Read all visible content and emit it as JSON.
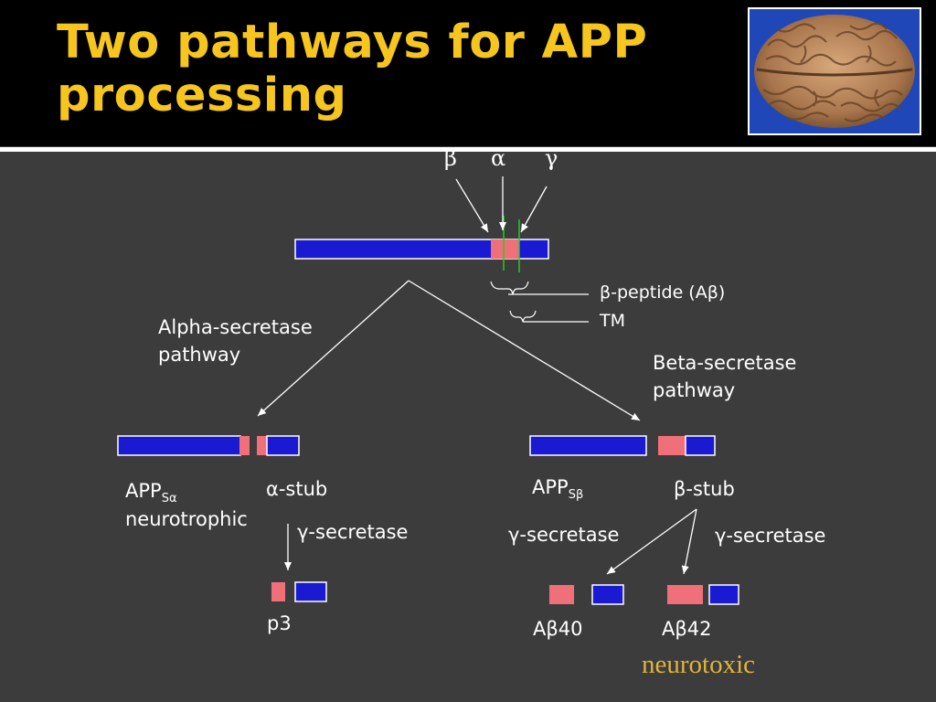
{
  "slide": {
    "title_line1": "Two pathways for APP",
    "title_line2": "processing"
  },
  "cleavage_sites": {
    "beta": "β",
    "alpha": "α",
    "gamma": "γ"
  },
  "labels": {
    "beta_peptide": "β-peptide (Aβ)",
    "tm": "TM",
    "alpha_pathway_line1": "Alpha-secretase",
    "alpha_pathway_line2": "pathway",
    "beta_pathway_line1": "Beta-secretase",
    "beta_pathway_line2": "pathway",
    "apps_alpha_main": "APP",
    "apps_alpha_sub": "Sα",
    "neurotrophic": "neurotrophic",
    "alpha_stub": "α-stub",
    "gamma_secretase_left": "γ-secretase",
    "apps_beta_main": "APP",
    "apps_beta_sub": "Sβ",
    "beta_stub": "β-stub",
    "gamma_secretase_mid": "γ-secretase",
    "gamma_secretase_right": "γ-secretase",
    "p3": "p3",
    "abeta40": "Aβ40",
    "abeta42": "Aβ42",
    "neurotoxic": "neurotoxic"
  },
  "colors": {
    "background": "#3c3c3c",
    "title": "#f6c61e",
    "domain_blue": "#1a1ad2",
    "peptide_pink": "#f0707a",
    "cleavage_green": "#22cc22",
    "neurotoxic": "#e0b43a"
  }
}
